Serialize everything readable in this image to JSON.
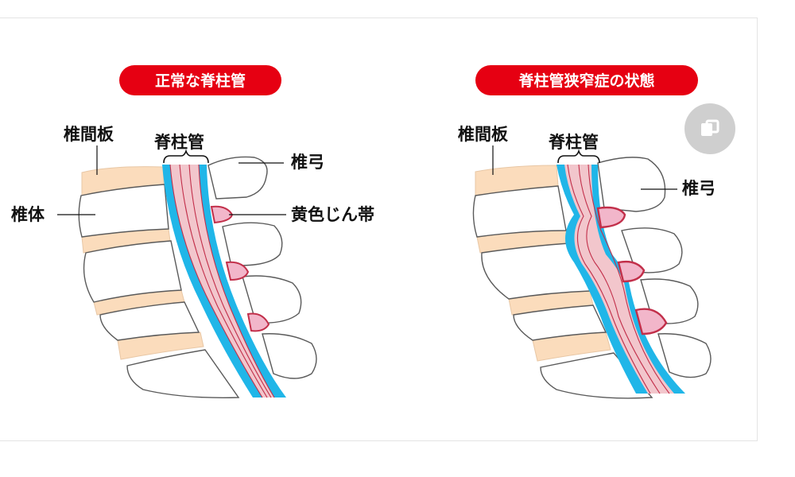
{
  "panels": [
    {
      "title": "正常な脊柱管",
      "labels": {
        "disc": "椎間板",
        "canal": "脊柱管",
        "lamina": "椎弓",
        "body": "椎体",
        "ligament": "黄色じん帯"
      }
    },
    {
      "title": "脊柱管狭窄症の状態",
      "labels": {
        "disc": "椎間板",
        "canal": "脊柱管",
        "lamina": "椎弓"
      }
    }
  ],
  "expand_icon": "expand-icon",
  "colors": {
    "title_bg": "#e60012",
    "csf": "#20b6e8",
    "cord": "#f2c6cc",
    "cord_line": "#c22f4a",
    "disc": "#fbdcbc",
    "ligament": "#f2b6ca",
    "outline": "#5a5a5a"
  }
}
